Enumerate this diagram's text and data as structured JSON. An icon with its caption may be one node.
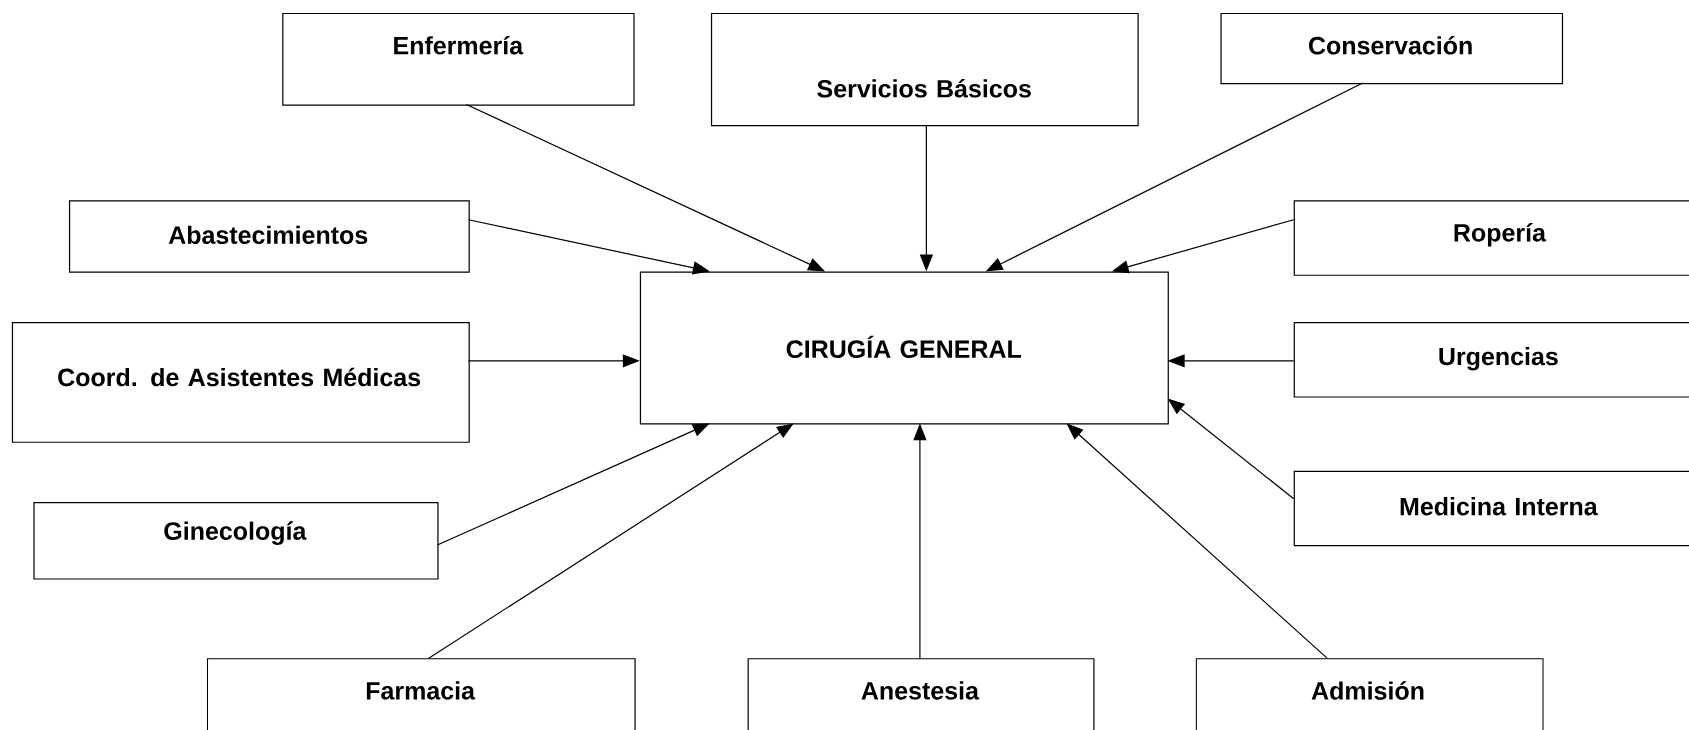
{
  "diagram": {
    "nodes": [
      {
        "text": [
          "CIRUGÍA GENERAL"
        ]
      },
      {
        "text": [
          "Enfermería"
        ]
      },
      {
        "text": [
          "Servicios Básicos"
        ]
      },
      {
        "text": [
          "Conservación"
        ]
      },
      {
        "text": [
          "Abastecimientos"
        ]
      },
      {
        "text": [
          "Ropería"
        ]
      },
      {
        "text": [
          "Coord. de Asistentes Médicas"
        ]
      },
      {
        "text": [
          "Urgencias"
        ]
      },
      {
        "text": [
          "Ginecología"
        ]
      },
      {
        "text": [
          "Medicina Interna"
        ]
      },
      {
        "text": [
          "Farmacia"
        ]
      },
      {
        "text": [
          "Anestesia"
        ]
      },
      {
        "text": [
          "Admisión"
        ]
      }
    ],
    "edges": [
      {
        "from": 1,
        "to": 0,
        "arrow": "to"
      },
      {
        "from": 2,
        "to": 0,
        "arrow": "to"
      },
      {
        "from": 3,
        "to": 0,
        "arrow": "to"
      },
      {
        "from": 4,
        "to": 0,
        "arrow": "to"
      },
      {
        "from": 5,
        "to": 0,
        "arrow": "to"
      },
      {
        "from": 6,
        "to": 0,
        "arrow": "to"
      },
      {
        "from": 7,
        "to": 0,
        "arrow": "to"
      },
      {
        "from": 8,
        "to": 0,
        "arrow": "to"
      },
      {
        "from": 9,
        "to": 0,
        "arrow": "to"
      },
      {
        "from": 10,
        "to": 0,
        "arrow": "to"
      },
      {
        "from": 11,
        "to": 0,
        "arrow": "to"
      },
      {
        "from": 12,
        "to": 0,
        "arrow": "to"
      }
    ]
  }
}
